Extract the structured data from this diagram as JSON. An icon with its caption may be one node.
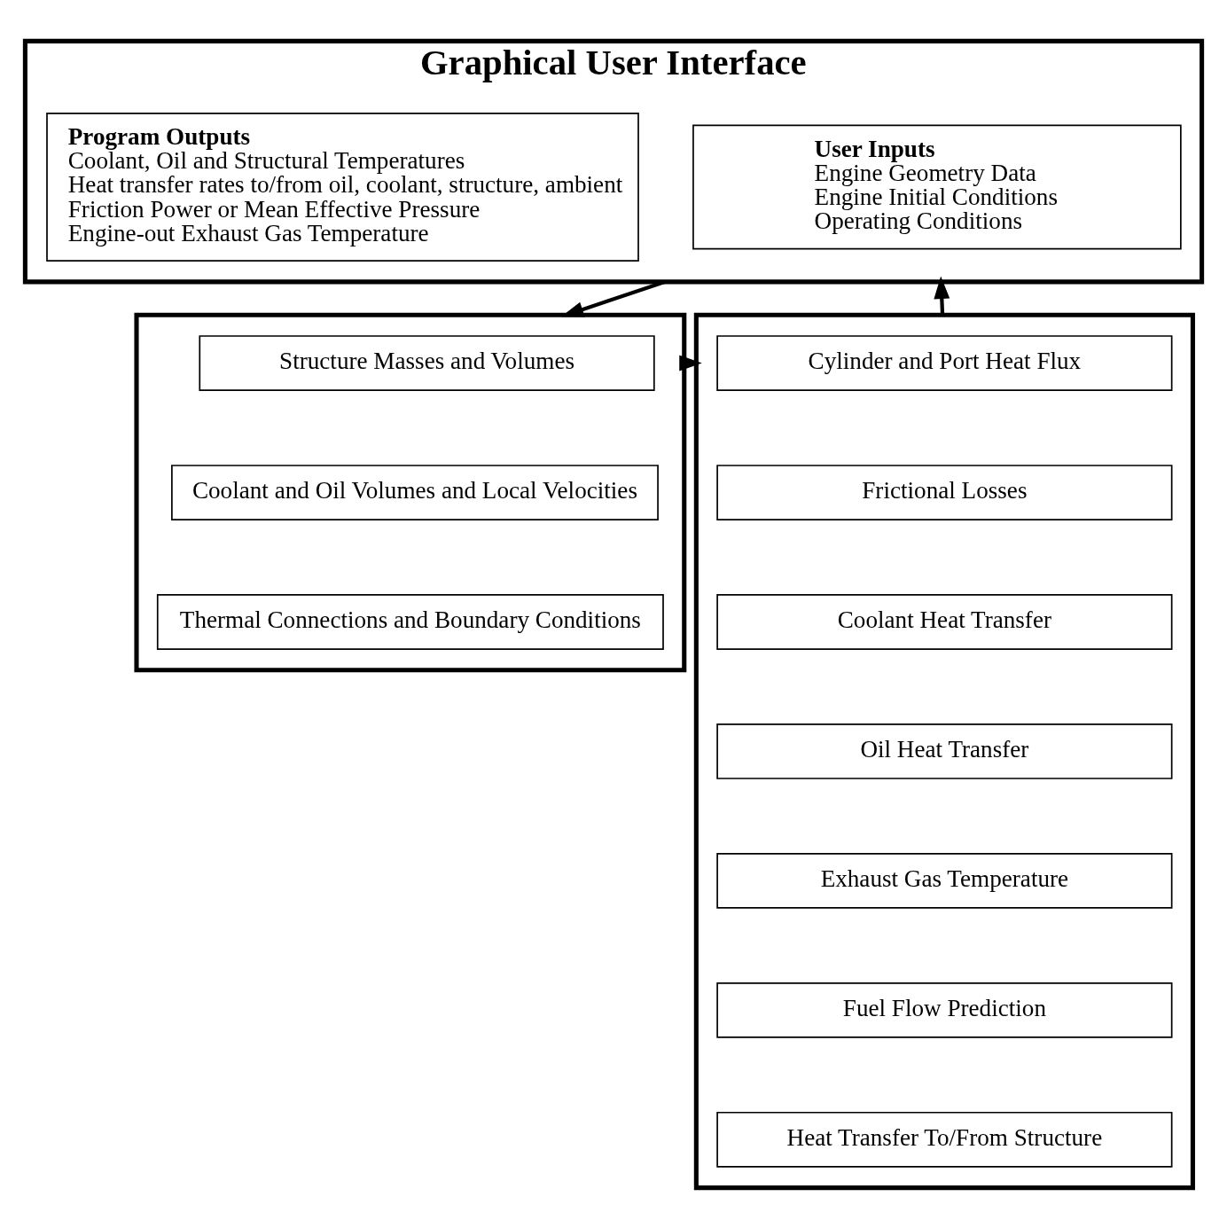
{
  "diagram": {
    "nodes": [
      {
        "text": [
          "Graphical User Interface"
        ]
      },
      {
        "text": [
          "User Inputs",
          "Engine Geometry Data",
          "Engine Initial Conditions",
          "Operating Conditions"
        ],
        "in": 0
      },
      {
        "text": [
          "Program Outputs",
          "Coolant, Oil and Structural Temperatures",
          "Heat transfer rates to/from oil, coolant, structure, ambient",
          "Friction Power or Mean Effective Pressure",
          "Engine-out Exhaust Gas Temperature"
        ],
        "in": 0
      },
      {
        "text": [],
        "shape": "box"
      },
      {
        "text": [
          "Structure Masses and Volumes"
        ],
        "in": 3
      },
      {
        "text": [
          "Coolant and Oil Volumes and Local Velocities"
        ],
        "in": 3
      },
      {
        "text": [
          "Thermal Connections and Boundary Conditions"
        ],
        "in": 3
      },
      {
        "text": [],
        "shape": "box"
      },
      {
        "text": [
          "Cylinder and Port Heat Flux"
        ],
        "in": 7
      },
      {
        "text": [
          "Frictional Losses"
        ],
        "in": 7
      },
      {
        "text": [
          "Coolant Heat Transfer"
        ],
        "in": 7
      },
      {
        "text": [
          "Oil Heat Transfer"
        ],
        "in": 7
      },
      {
        "text": [
          "Exhaust Gas Temperature"
        ],
        "in": 7
      },
      {
        "text": [
          "Fuel Flow Prediction"
        ],
        "in": 7
      },
      {
        "text": [
          "Heat Transfer To/From Structure"
        ],
        "in": 7
      }
    ],
    "edges": [
      {
        "from": 0,
        "to": 3,
        "arrow": "to"
      },
      {
        "from": 3,
        "to": 7,
        "arrow": "to"
      },
      {
        "from": 7,
        "to": 0,
        "arrow": "to"
      }
    ]
  }
}
